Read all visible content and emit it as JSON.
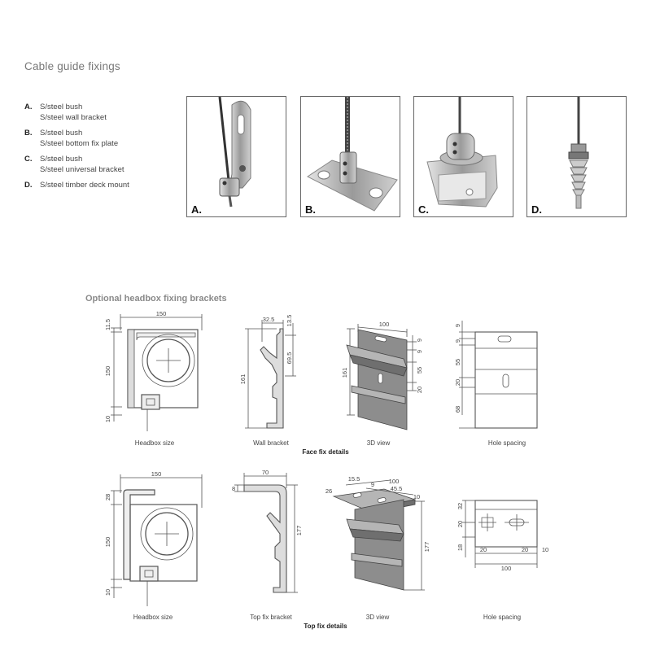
{
  "section1": {
    "title": "Cable guide fixings",
    "items": [
      {
        "key": "A.",
        "line1": "S/steel bush",
        "line2": "S/steel wall bracket"
      },
      {
        "key": "B.",
        "line1": "S/steel bush",
        "line2": "S/steel bottom fix plate"
      },
      {
        "key": "C.",
        "line1": "S/steel bush",
        "line2": "S/steel universal bracket"
      },
      {
        "key": "D.",
        "line1": "S/steel timber deck mount",
        "line2": ""
      }
    ],
    "photo_labels": [
      "A.",
      "B.",
      "C.",
      "D."
    ]
  },
  "section2": {
    "title": "Optional headbox fixing brackets",
    "face": {
      "group_label": "Face fix details",
      "captions": [
        "Headbox size",
        "Wall bracket",
        "3D view",
        "Hole spacing"
      ],
      "headbox": {
        "w": "150",
        "h": "150",
        "top": "11.5",
        "bottom": "10"
      },
      "bracket": {
        "w": "32.5",
        "top": "13.5",
        "mid": "69.5",
        "h": "161"
      },
      "view3d": {
        "w": "100",
        "h": "161",
        "d1": "9",
        "d2": "9",
        "d3": "55",
        "d4": "20"
      },
      "holes": {
        "d1": "9",
        "d2": "9",
        "d3": "55",
        "d4": "20",
        "d5": "68"
      }
    },
    "top": {
      "group_label": "Top fix details",
      "captions": [
        "Headbox size",
        "Top fix bracket",
        "3D view",
        "Hole spacing"
      ],
      "headbox": {
        "w": "150",
        "h": "150",
        "top": "28",
        "bottom": "10"
      },
      "bracket": {
        "w": "70",
        "t": "8",
        "h": "177"
      },
      "view3d": {
        "a": "15.5",
        "b": "100",
        "c": "9",
        "d": "45.5",
        "e": "10",
        "f": "26",
        "h": "177"
      },
      "holes": {
        "v1": "32",
        "v2": "20",
        "v3": "18",
        "h1": "20",
        "h2": "20",
        "h3": "10",
        "w": "100"
      }
    }
  }
}
